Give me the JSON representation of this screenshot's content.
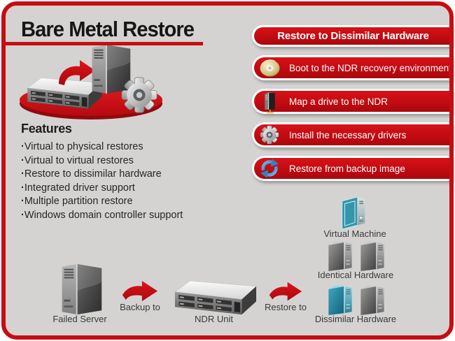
{
  "page": {
    "title": "Bare Metal Restore"
  },
  "features": {
    "heading": "Features",
    "items": [
      "Virtual to physical restores",
      "Virtual to virtual restores",
      "Restore to dissimilar hardware",
      "Integrated driver support",
      "Multiple partition restore",
      "Windows domain controller support"
    ]
  },
  "steps": {
    "banner": "Restore to Dissimilar Hardware",
    "items": [
      {
        "icon": "cd-icon",
        "label": "Boot to the NDR recovery environment"
      },
      {
        "icon": "drive-icon",
        "label": "Map a drive to the NDR"
      },
      {
        "icon": "gear-icon",
        "label": "Install the necessary drivers"
      },
      {
        "icon": "refresh-icon",
        "label": "Restore from backup image"
      }
    ]
  },
  "diagram": {
    "failed_server": "Failed Server",
    "backup_arrow": "Backup to",
    "ndr_unit": "NDR Unit",
    "restore_arrow": "Restore to",
    "targets": [
      {
        "label": "Virtual Machine"
      },
      {
        "label": "Identical Hardware"
      },
      {
        "label": "Dissimilar Hardware"
      }
    ]
  },
  "colors": {
    "accent_red": "#c60d12",
    "panel_gray": "#d4d3d1",
    "teal": "#2790a8",
    "gold": "#b1a058",
    "blue": "#2f83c2"
  }
}
